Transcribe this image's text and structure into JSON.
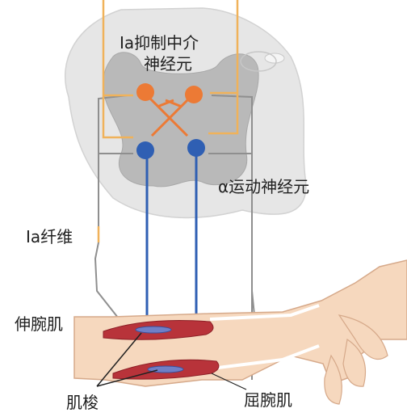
{
  "labels": {
    "interneuron": "Ⅰa抑制中介",
    "interneuron_line2": "神经元",
    "motor_neuron": "α运动神经元",
    "ia_fiber": "Ⅰa纤维",
    "extensor": "伸腕肌",
    "spindle": "肌梭",
    "flexor": "屈腕肌"
  },
  "colors": {
    "spinal_white_matter": "#e6e6e6",
    "spinal_gray_matter": "#b9b9b9",
    "ia_fiber": "#f0b25a",
    "interneuron": "#ec7a35",
    "motor_neuron": "#2f5fb3",
    "pathway_outline": "#8f8f8f",
    "muscle": "#b8333a",
    "skin": "#f6d8be"
  }
}
